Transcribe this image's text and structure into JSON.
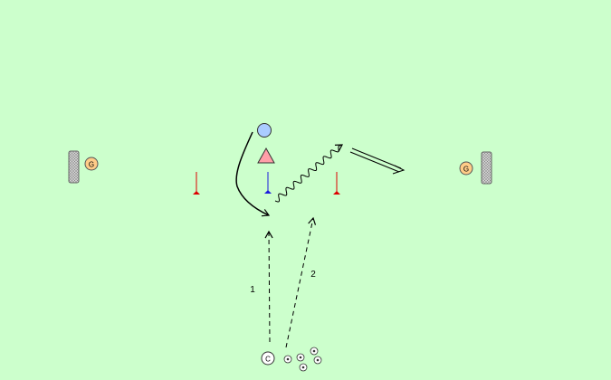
{
  "canvas": {
    "background": "#ccffcc"
  },
  "colors": {
    "goal_fill": "#bbbbbb",
    "goal_stroke": "#666666",
    "goalkeeper_fill": "#ffcc88",
    "attacker_fill": "#aaccff",
    "defender_fill": "#ff9fa8",
    "flag_red": "#dd0000",
    "flag_blue": "#1c1cdd",
    "coach_fill": "#ffffff"
  },
  "goalkeepers": {
    "left_label": "G",
    "right_label": "G"
  },
  "coach": {
    "label": "C"
  },
  "pass_labels": {
    "first": "1",
    "second": "2"
  },
  "icons": [
    "goal-icon",
    "goalkeeper-icon",
    "attacker-player-icon",
    "defender-cone-icon",
    "flag-icon",
    "ball-icon",
    "coach-icon"
  ]
}
